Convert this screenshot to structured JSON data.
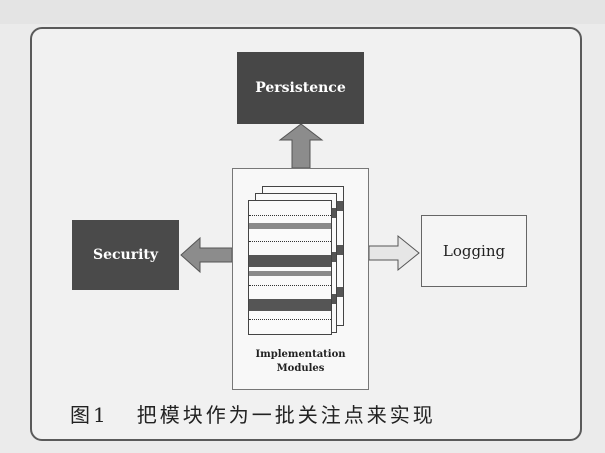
{
  "diagram": {
    "nodes": {
      "persistence": "Persistence",
      "security": "Security",
      "logging": "Logging",
      "implementation": "Implementation\nModules"
    },
    "caption": {
      "number": "图1",
      "text": "把模块作为一批关注点来实现"
    }
  },
  "colors": {
    "dark_box": "#474747",
    "arrow_fill": "#8c8c8c",
    "frame": "#5a5a5a"
  }
}
